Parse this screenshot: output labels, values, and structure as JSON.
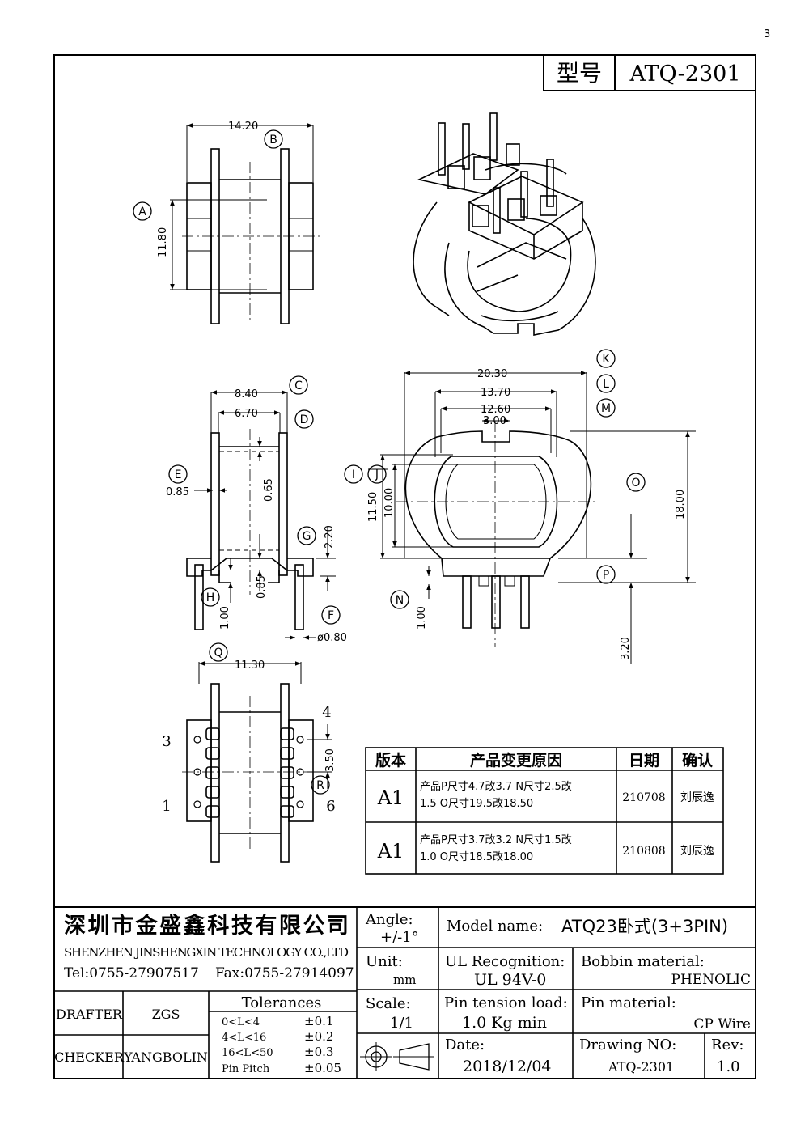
{
  "corner_mark": "3",
  "model_box": {
    "label": "型号",
    "value": "ATQ-2301"
  },
  "dimensions": {
    "d_14_20": "14.20",
    "d_11_80": "11.80",
    "d_8_40": "8.40",
    "d_6_70": "6.70",
    "d_0_85a": "0.85",
    "d_0_65": "0.65",
    "d_2_20": "2.20",
    "d_0_85b": "0.85",
    "d_1_00a": "1.00",
    "d_0_80": "ø0.80",
    "d_20_30": "20.30",
    "d_13_70": "13.70",
    "d_12_60": "12.60",
    "d_3_00": "3.00",
    "d_11_50": "11.50",
    "d_10_00": "10.00",
    "d_18_00": "18.00",
    "d_1_00b": "1.00",
    "d_3_20": "3.20",
    "d_11_30": "11.30",
    "d_3_50": "3.50"
  },
  "callouts": {
    "A": "A",
    "B": "B",
    "C": "C",
    "D": "D",
    "E": "E",
    "F": "F",
    "G": "G",
    "H": "H",
    "I": "I",
    "J": "J",
    "K": "K",
    "L": "L",
    "M": "M",
    "N": "N",
    "O": "O",
    "P": "P",
    "Q": "Q",
    "R": "R"
  },
  "pins": {
    "p1": "1",
    "p3": "3",
    "p4": "4",
    "p6": "6"
  },
  "revision_table": {
    "headers": {
      "version": "版本",
      "reason": "产品变更原因",
      "date": "日期",
      "confirm": "确认"
    },
    "rows": [
      {
        "version": "A1",
        "reason_line1": "产品P尺寸4.7改3.7 N尺寸2.5改",
        "reason_line2": "1.5 O尺寸19.5改18.50",
        "date": "210708",
        "confirm": "刘辰逸"
      },
      {
        "version": "A1",
        "reason_line1": "产品P尺寸3.7改3.2 N尺寸1.5改",
        "reason_line2": "1.0 O尺寸18.5改18.00",
        "date": "210808",
        "confirm": "刘辰逸"
      }
    ]
  },
  "title_block": {
    "company_cn": "深圳市金盛鑫科技有限公司",
    "company_en": "SHENZHEN JINSHENGXIN TECHNOLOGY CO.,LTD",
    "tel": "Tel:0755-27907517",
    "fax": "Fax:0755-27914097",
    "angle_label": "Angle:",
    "angle_value": "+/-1°",
    "unit_label": "Unit:",
    "unit_value": "mm",
    "scale_label": "Scale:",
    "scale_value": "1/1",
    "model_label": "Model name:",
    "model_value": "ATQ23卧式(3+3PIN)",
    "ul_label": "UL Recognition:",
    "ul_value": "UL 94V-0",
    "bobbin_label": "Bobbin material:",
    "bobbin_value": "PHENOLIC",
    "pin_tension_label": "Pin tension load:",
    "pin_tension_value": "1.0 Kg min",
    "pin_material_label": "Pin material:",
    "pin_material_value": "CP Wire",
    "date_label": "Date:",
    "date_value": "2018/12/04",
    "drawing_no_label": "Drawing NO:",
    "drawing_no_value": "ATQ-2301",
    "rev_label": "Rev:",
    "rev_value": "1.0",
    "drafter_label": "DRAFTER",
    "drafter_value": "ZGS",
    "checker_label": "CHECKER",
    "checker_value": "YANGBOLIN",
    "tolerances_title": "Tolerances",
    "tolerances": [
      {
        "range": "0<L<4",
        "value": "±0.1"
      },
      {
        "range": "4<L<16",
        "value": "±0.2"
      },
      {
        "range": "16<L<50",
        "value": "±0.3"
      },
      {
        "range": "Pin Pitch",
        "value": "±0.05"
      }
    ]
  }
}
